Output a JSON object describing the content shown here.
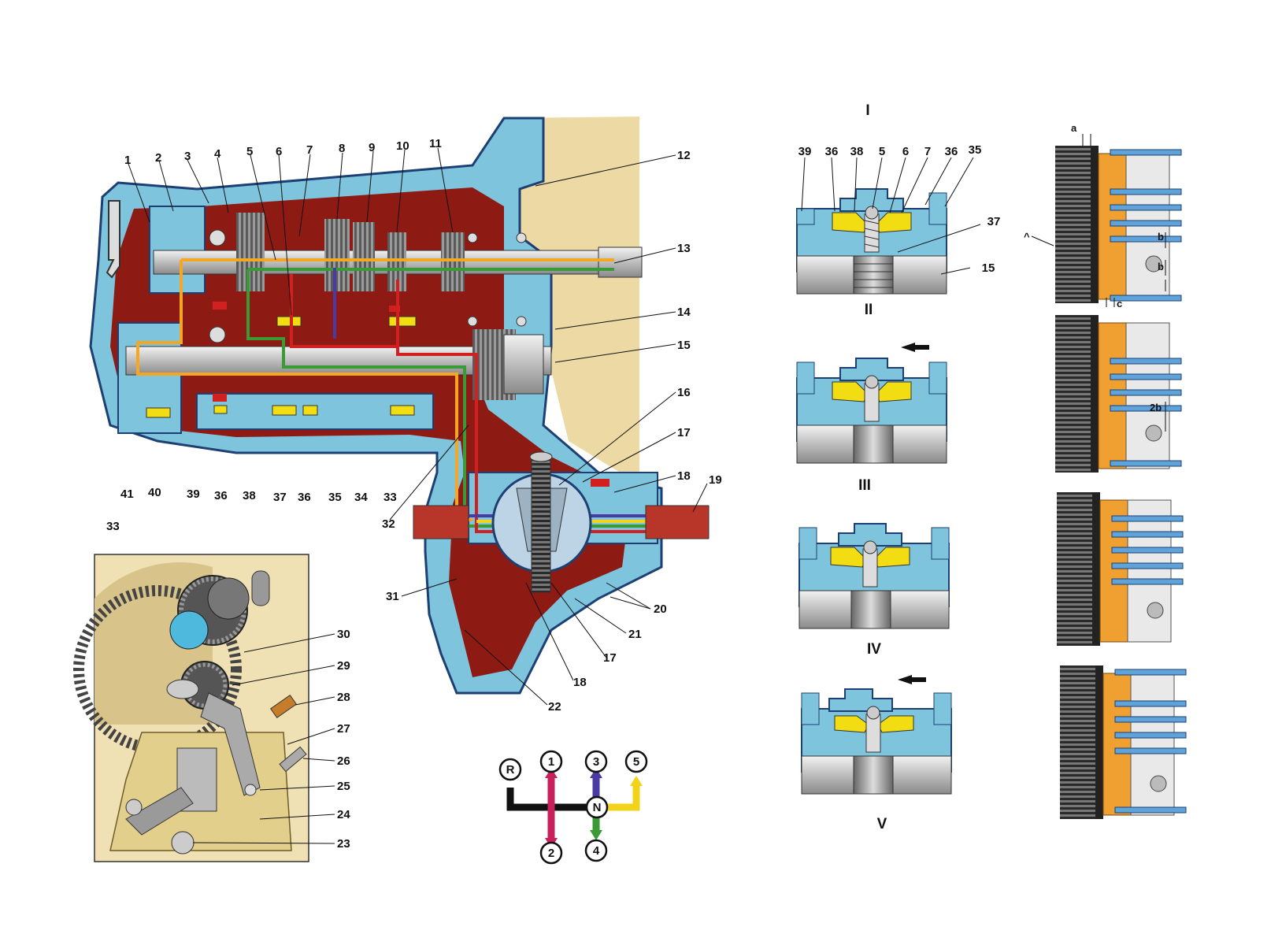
{
  "colors": {
    "housing_blue": "#7ec4dc",
    "housing_dark": "#1d3f73",
    "interior_red": "#8e1a14",
    "background_tan": "#ecd9a3",
    "shaft_grey": "#c9c9c9",
    "synchro_yellow": "#f2dc12",
    "path_orange": "#f5a623",
    "path_green": "#3a9a35",
    "path_red": "#d22020",
    "path_purple": "#4a3aa3",
    "path_yellow": "#f2d31a",
    "clutch_orange": "#f0a030"
  },
  "main_section": {
    "callouts_top": [
      "1",
      "2",
      "3",
      "4",
      "5",
      "6",
      "7",
      "8",
      "9",
      "10",
      "11"
    ],
    "callouts_right": [
      "12",
      "13",
      "14",
      "15",
      "16",
      "17",
      "18",
      "19"
    ],
    "callouts_bottom": [
      "41",
      "40",
      "39",
      "36",
      "38",
      "37",
      "36",
      "35",
      "34",
      "33"
    ],
    "callout_32": "32",
    "callouts_lower_right": [
      "31",
      "20",
      "21",
      "17",
      "18",
      "22"
    ]
  },
  "linkage_inset": {
    "callout_top": "33",
    "callouts_right": [
      "30",
      "29",
      "28",
      "27",
      "26",
      "25",
      "24",
      "23"
    ]
  },
  "shift_pattern": {
    "positions": {
      "r": "R",
      "p1": "1",
      "p2": "2",
      "p3": "3",
      "p4": "4",
      "p5": "5",
      "n": "N"
    }
  },
  "synchronizer_views": {
    "roman": {
      "i": "I",
      "ii": "II",
      "iii": "III",
      "iv": "IV",
      "v": "V"
    },
    "callouts_top": [
      "39",
      "36",
      "38",
      "5",
      "6",
      "7",
      "36",
      "35"
    ],
    "callout_37": "37",
    "callout_15": "15"
  },
  "clutch_views": {
    "dims": {
      "a": "a",
      "b1": "b",
      "b2": "b",
      "c": "c",
      "two_b": "2b",
      "tick": "^"
    }
  }
}
